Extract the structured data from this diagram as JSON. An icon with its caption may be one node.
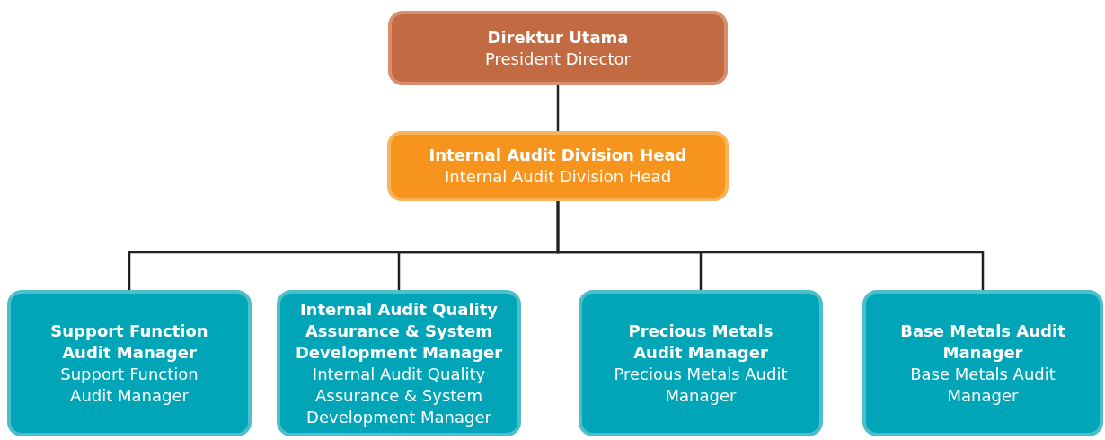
{
  "diagram": {
    "nodes": [
      {
        "text": [
          "Direktur Utama",
          "President Director"
        ]
      },
      {
        "text": [
          "Internal Audit Division Head",
          "Internal Audit Division Head"
        ]
      },
      {
        "text": [
          "Support Function Audit Manager",
          "Support Function Audit Manager"
        ]
      },
      {
        "text": [
          "Internal Audit Quality Assurance & System Development Manager",
          "Internal Audit Quality Assurance & System Development Manager"
        ]
      },
      {
        "text": [
          "Precious Metals Audit Manager",
          "Precious Metals Audit Manager"
        ]
      },
      {
        "text": [
          "Base Metals Audit Manager",
          "Base Metals Audit Manager"
        ]
      }
    ],
    "edges": [
      {
        "from": 0,
        "to": 1,
        "arrow": "none"
      },
      {
        "from": 1,
        "to": 2,
        "arrow": "none"
      },
      {
        "from": 1,
        "to": 3,
        "arrow": "none"
      },
      {
        "from": 1,
        "to": 4,
        "arrow": "none"
      },
      {
        "from": 1,
        "to": 5,
        "arrow": "none"
      }
    ]
  }
}
